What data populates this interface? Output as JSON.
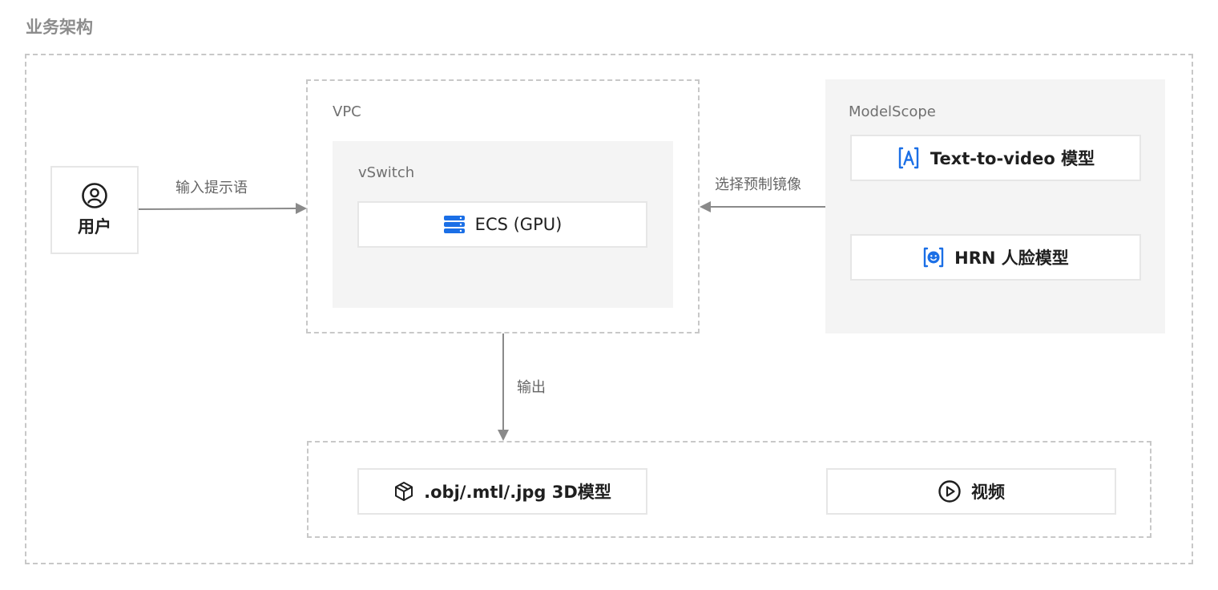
{
  "page": {
    "title": "业务架构"
  },
  "nodes": {
    "user": {
      "label": "用户",
      "icon": "user-circle-icon"
    },
    "vpc": {
      "label": "VPC"
    },
    "vswitch": {
      "label": "vSwitch"
    },
    "ecs": {
      "label": "ECS (GPU)",
      "icon": "server-stack-icon"
    },
    "modelscope": {
      "label": "ModelScope"
    },
    "text_to_video": {
      "label": "Text-to-video 模型",
      "icon": "text-model-icon"
    },
    "hrn": {
      "label": "HRN 人脸模型",
      "icon": "face-model-icon"
    },
    "model3d": {
      "label": ".obj/.mtl/.jpg 3D模型",
      "icon": "cube-icon"
    },
    "video": {
      "label": "视频",
      "icon": "play-circle-icon"
    }
  },
  "edges": {
    "user_to_vpc": "输入提示语",
    "modelscope_to_vpc": "选择预制镜像",
    "vpc_to_output": "输出"
  },
  "colors": {
    "accent": "#1b6fe6",
    "dashed_border": "#c8c8c8",
    "panel_bg": "#f4f4f4",
    "arrow": "#8a8a8a"
  }
}
